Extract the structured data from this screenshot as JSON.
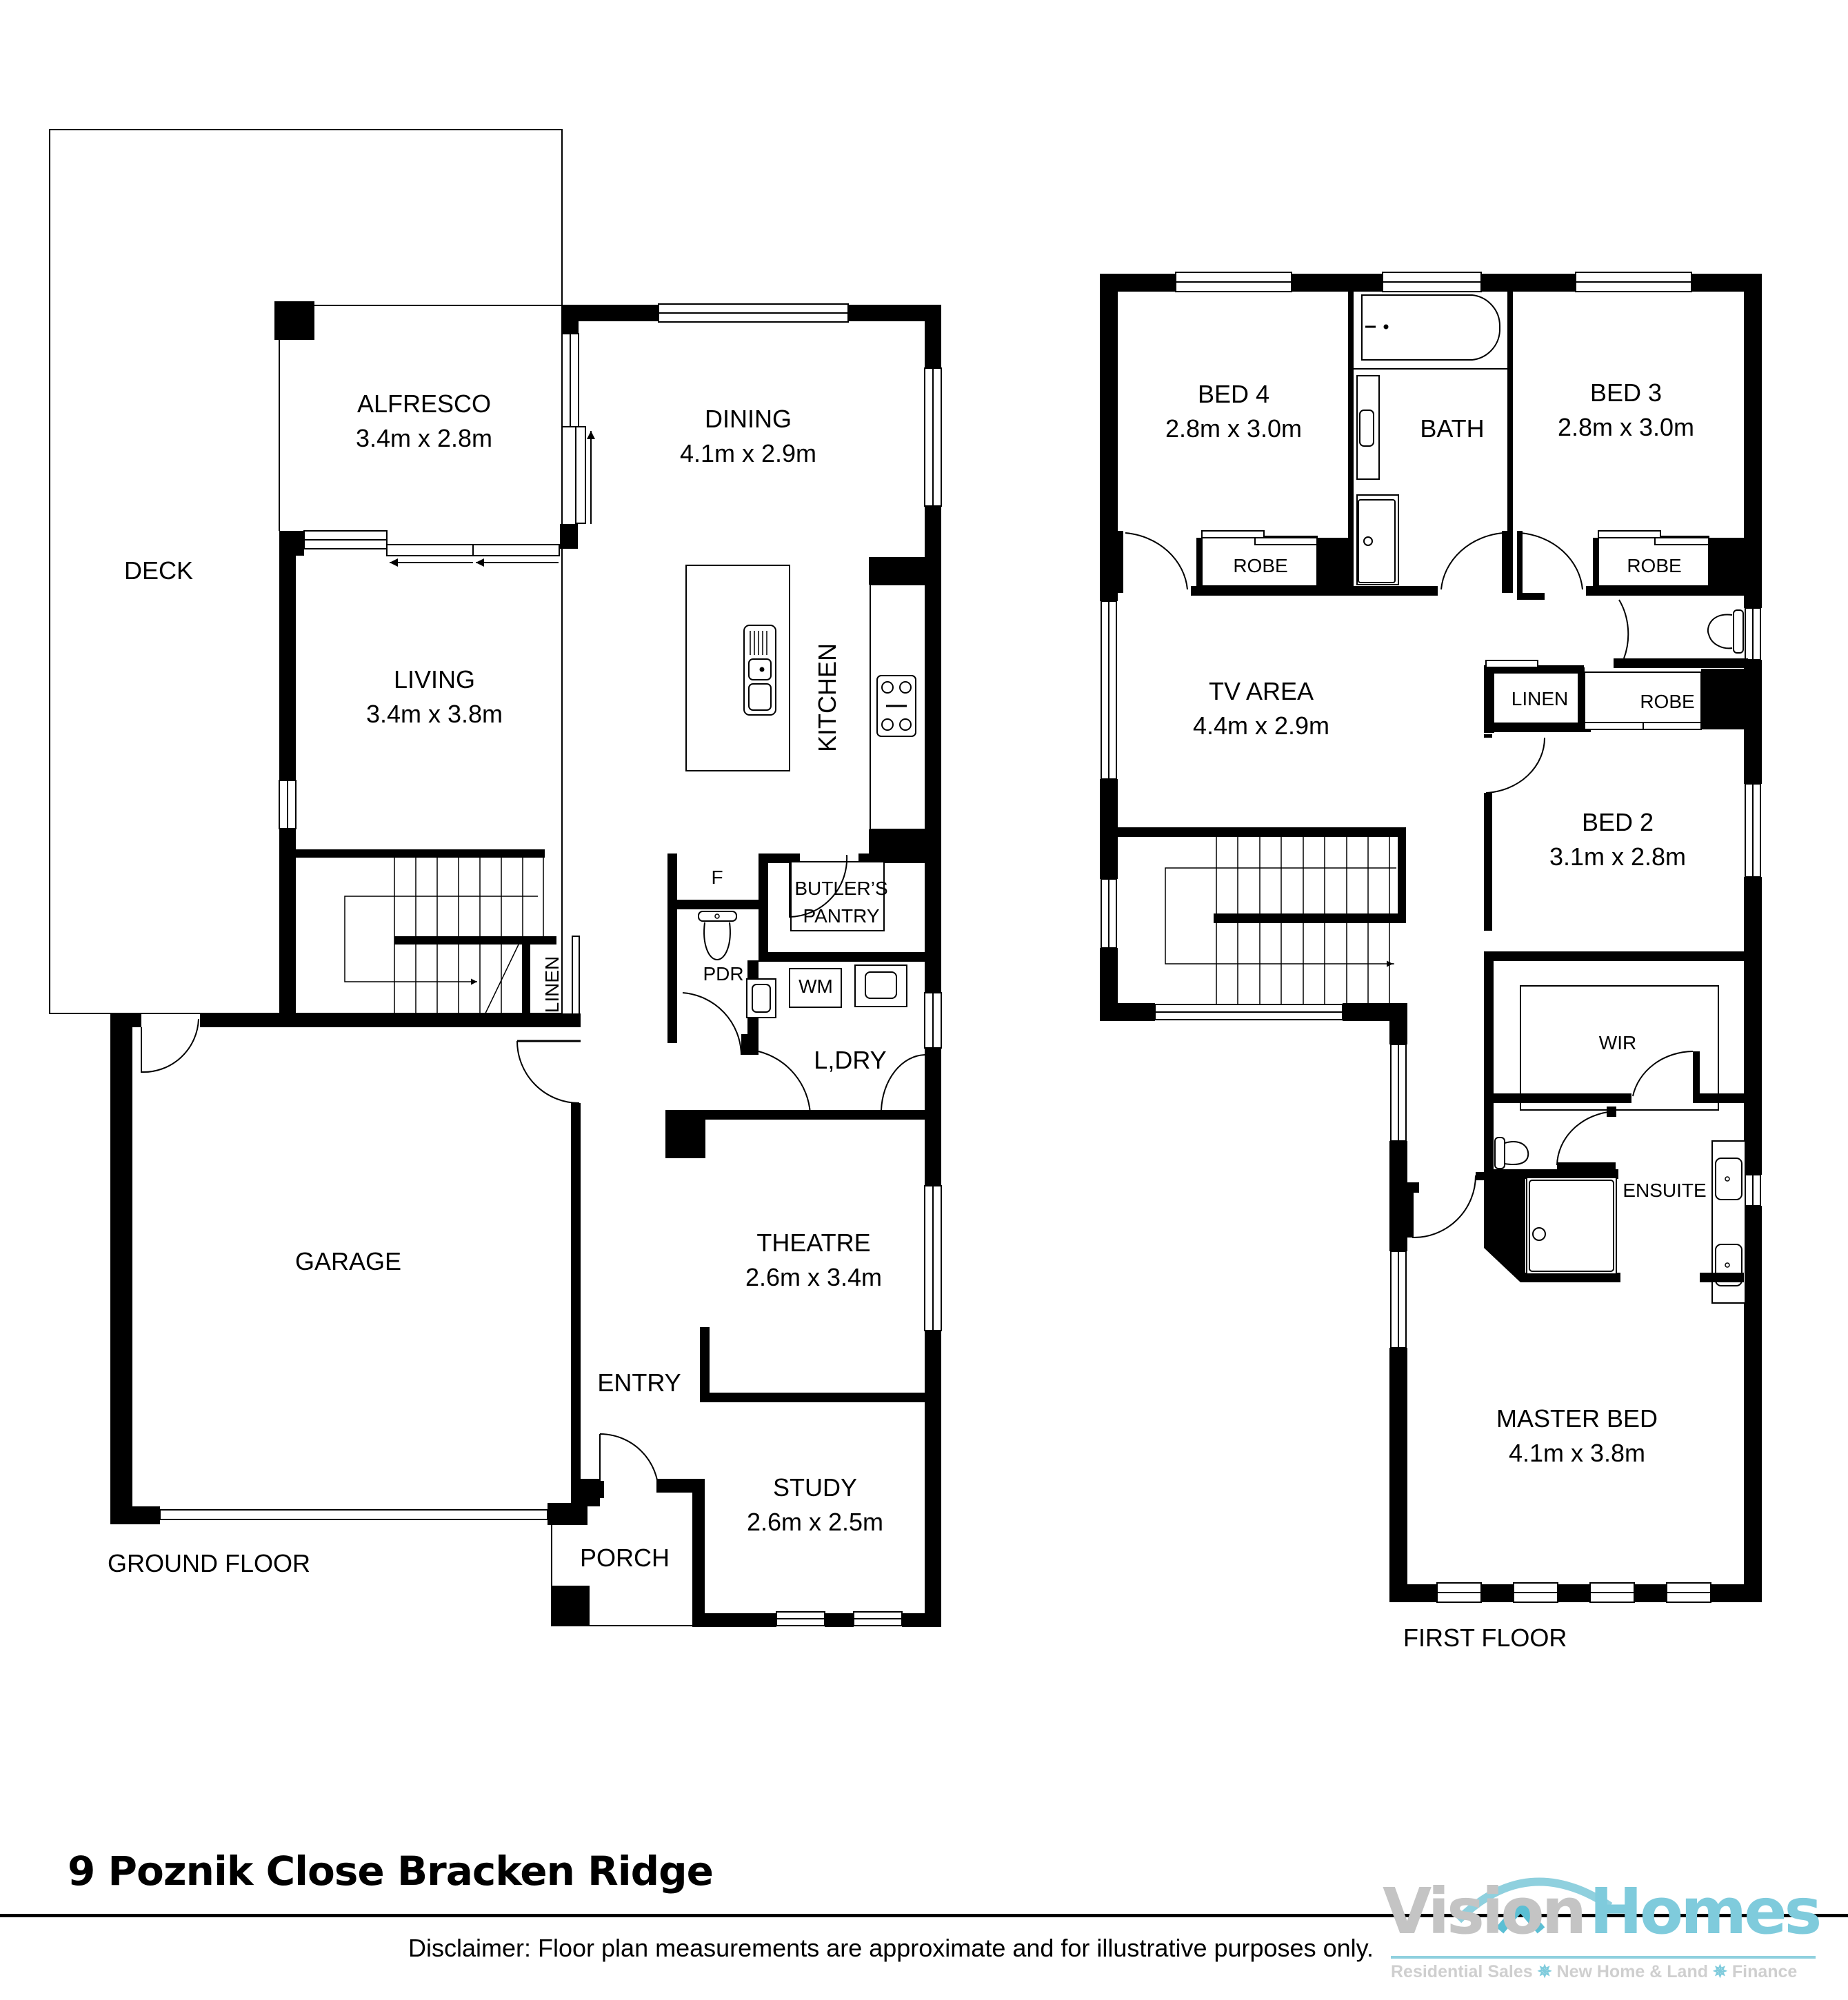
{
  "title": "9 Poznik Close Bracken Ridge",
  "disclaimer": "Disclaimer: Floor plan measurements are approximate and for illustrative purposes only.",
  "logo": {
    "word1": "Visi",
    "word1b": "n",
    "word2": "Homes",
    "tagline_parts": [
      "Residential Sales",
      "New Home & Land",
      "Finance"
    ],
    "separator": "✵",
    "colors": {
      "grey": "#c4c4c4",
      "blue": "#7fcbdc"
    }
  },
  "ground_floor": {
    "label": "GROUND FLOOR",
    "rooms": {
      "deck": {
        "name": "DECK"
      },
      "alfresco": {
        "name": "ALFRESCO",
        "size": "3.4m x 2.8m"
      },
      "dining": {
        "name": "DINING",
        "size": "4.1m x 2.9m"
      },
      "living": {
        "name": "LIVING",
        "size": "3.4m x 3.8m"
      },
      "kitchen": {
        "name": "KITCHEN"
      },
      "fridge": {
        "name": "F"
      },
      "butlers_pantry": {
        "name1": "BUTLER’S",
        "name2": "PANTRY"
      },
      "pdr": {
        "name": "PDR"
      },
      "wm": {
        "name": "WM"
      },
      "laundry": {
        "name": "L,DRY"
      },
      "linen": {
        "name": "LINEN"
      },
      "garage": {
        "name": "GARAGE"
      },
      "theatre": {
        "name": "THEATRE",
        "size": "2.6m x 3.4m"
      },
      "entry": {
        "name": "ENTRY"
      },
      "study": {
        "name": "STUDY",
        "size": "2.6m x 2.5m"
      },
      "porch": {
        "name": "PORCH"
      }
    }
  },
  "first_floor": {
    "label": "FIRST FLOOR",
    "rooms": {
      "bed4": {
        "name": "BED 4",
        "size": "2.8m x 3.0m"
      },
      "bath": {
        "name": "BATH"
      },
      "bed3": {
        "name": "BED 3",
        "size": "2.8m x 3.0m"
      },
      "robe_bed4": {
        "name": "ROBE"
      },
      "robe_bed3": {
        "name": "ROBE"
      },
      "tv_area": {
        "name": "TV AREA",
        "size": "4.4m x 2.9m"
      },
      "linen": {
        "name": "LINEN"
      },
      "robe_bed2": {
        "name": "ROBE"
      },
      "bed2": {
        "name": "BED 2",
        "size": "3.1m x 2.8m"
      },
      "wir": {
        "name": "WIR"
      },
      "ensuite": {
        "name": "ENSUITE"
      },
      "master": {
        "name": "MASTER BED",
        "size": "4.1m x 3.8m"
      }
    }
  }
}
